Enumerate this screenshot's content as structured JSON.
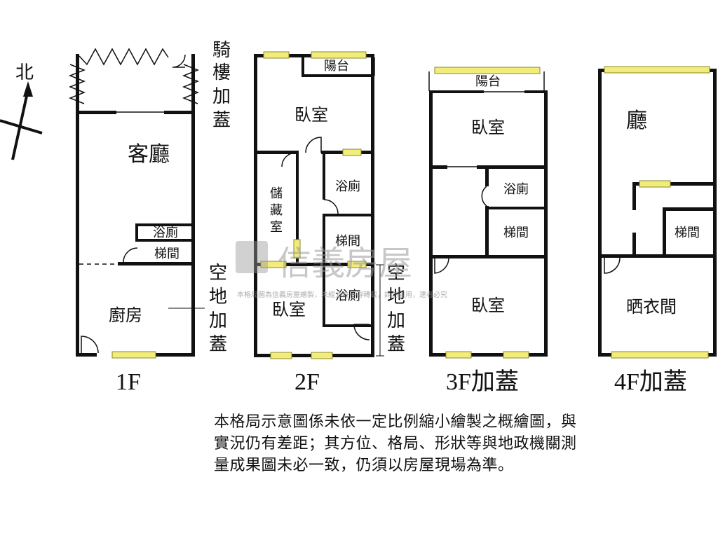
{
  "compass": {
    "label": "北"
  },
  "floors": {
    "f1": {
      "floor_label": "1F",
      "rooms": {
        "living": "客廳",
        "bath": "浴廁",
        "stairs": "梯間",
        "kitchen": "廚房"
      },
      "side_note_top": [
        "騎",
        "樓",
        "加",
        "蓋"
      ],
      "side_note_bottom": [
        "空",
        "地",
        "加",
        "蓋"
      ]
    },
    "f2": {
      "floor_label": "2F",
      "rooms": {
        "balcony": "陽台",
        "bedroom_front": "臥室",
        "storage": [
          "儲",
          "藏",
          "室"
        ],
        "bath_upper": "浴廁",
        "stairs": "梯間",
        "bedroom_rear": "臥室",
        "bath_lower": "浴廁"
      },
      "side_note": [
        "空",
        "地",
        "加",
        "蓋"
      ]
    },
    "f3": {
      "floor_label": "3F加蓋",
      "rooms": {
        "balcony": "陽台",
        "bedroom_front": "臥室",
        "bath": "浴廁",
        "stairs": "梯間",
        "bedroom_rear": "臥室"
      }
    },
    "f4": {
      "floor_label": "4F加蓋",
      "rooms": {
        "hall": "廳",
        "stairs": "梯間",
        "laundry": "晒衣間"
      }
    }
  },
  "watermark": {
    "brand": "信義房屋",
    "notice": "本格局圖為信義房屋繪製，未經允許不得轉載，請勿盜用，違者必究"
  },
  "disclaimer": "本格局示意圖係未依一定比例縮小繪製之概繪圖，與實況仍有差距；其方位、格局、形狀等與地政機關測量成果圖未必一致，仍須以房屋現場為準。",
  "colors": {
    "wall": "#111111",
    "window": "#f2ec7a",
    "window_edge": "#8a8a2a",
    "watermark": "#9a9a9a"
  }
}
